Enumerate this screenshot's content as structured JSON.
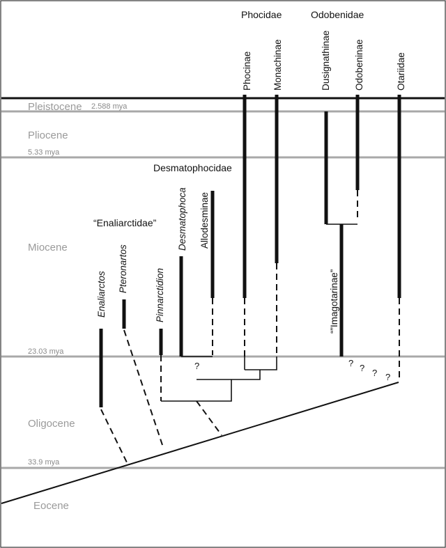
{
  "epochs": {
    "pleistocene": "Pleistocene",
    "pliocene": "Pliocene",
    "miocene": "Miocene",
    "oligocene": "Oligocene",
    "eocene": "Eocene"
  },
  "boundaries": {
    "pleistocene_age": "2.588 mya",
    "pliocene_age": "5.33 mya",
    "miocene_age": "23.03 mya",
    "oligocene_age": "33.9 mya"
  },
  "families": {
    "phocidae": "Phocidae",
    "odobenidae": "Odobenidae",
    "desmatophocidae": "Desmatophocidae",
    "enaliarctidae": "“Enaliarctidae”",
    "imagotarinae": "“”Imagotarinae”"
  },
  "taxa": {
    "phocinae": "Phocinae",
    "monachinae": "Monachinae",
    "dusignathinae": "Dusignathinae",
    "odobeninae": "Odobeninae",
    "otariidae": "Otariidae",
    "desmatophoca": "Desmatophoca",
    "allodesminae": "Allodesminae",
    "enaliarctos": "Enaliarctos",
    "pteronartos": "Pteronartos",
    "pinnarctidion": "Pinnarctidion"
  },
  "uncertain_mark": "?"
}
